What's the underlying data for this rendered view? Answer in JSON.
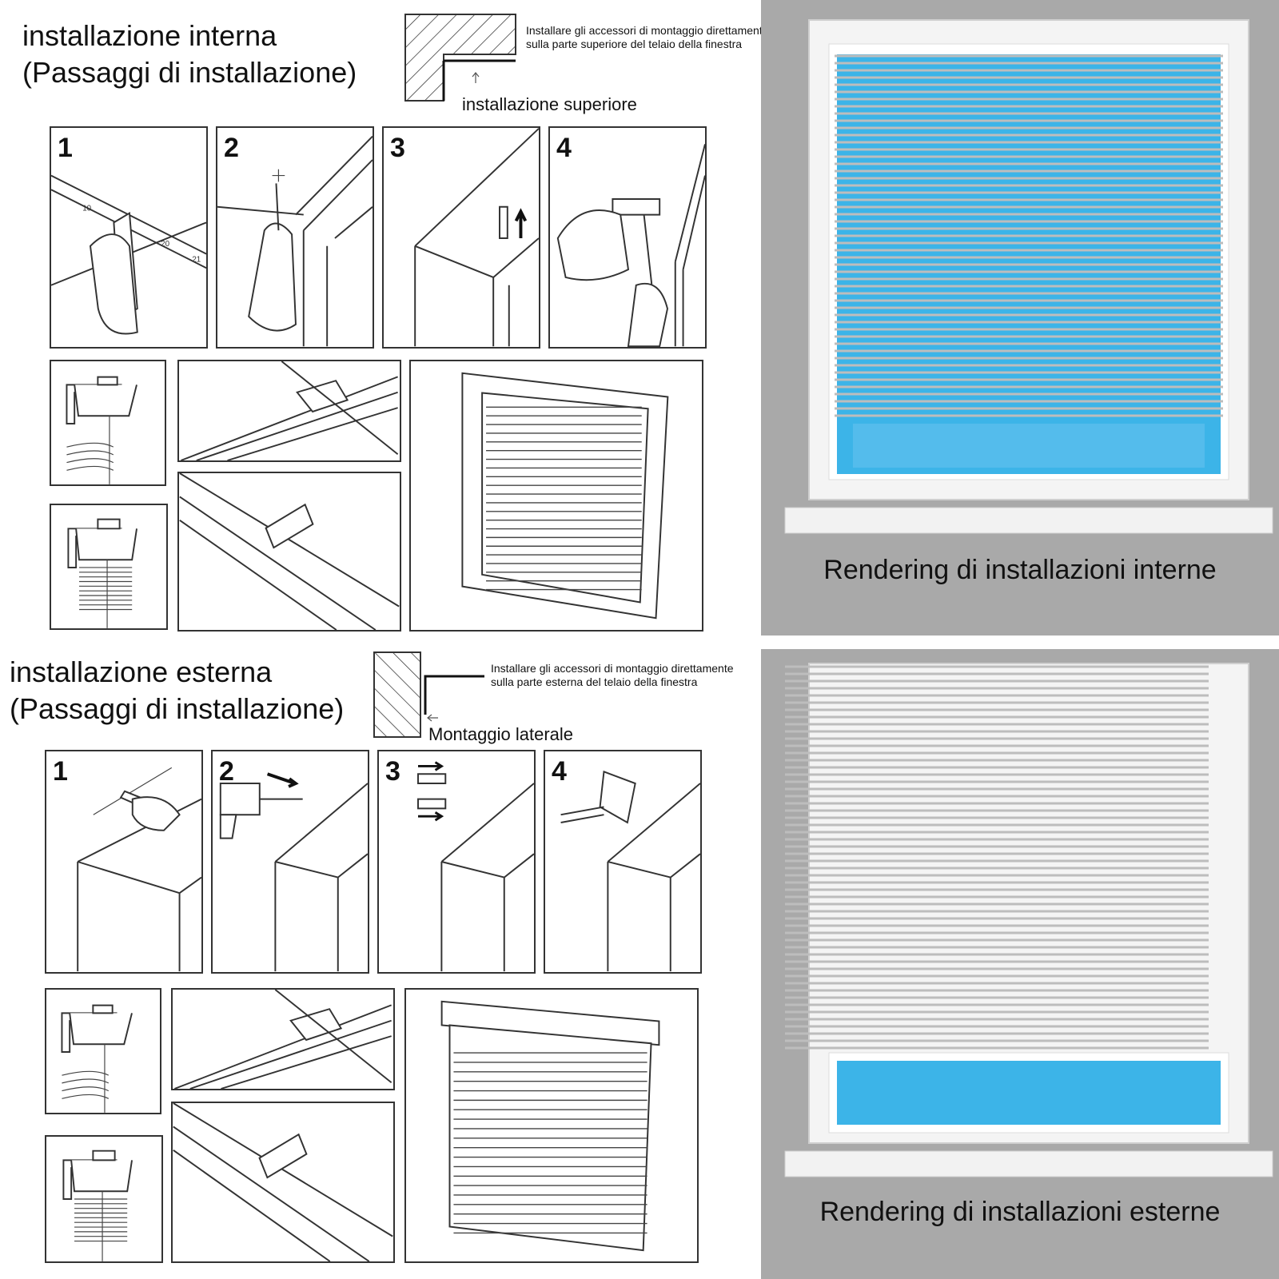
{
  "inner": {
    "heading": "installazione interna\n(Passaggi di installazione)",
    "note": "Installare gli accessori di montaggio direttamente\nsulla parte superiore del telaio della finestra",
    "mount_label": "installazione superiore",
    "steps": [
      "1",
      "2",
      "3",
      "4"
    ],
    "render_caption": "Rendering di installazioni interne"
  },
  "outer": {
    "heading": "installazione esterna\n(Passaggi di installazione)",
    "note": "Installare gli accessori di montaggio direttamente\nsulla parte esterna del telaio della finestra",
    "mount_label": "Montaggio laterale",
    "steps": [
      "1",
      "2",
      "3",
      "4"
    ],
    "render_caption": "Rendering di installazioni esterne"
  },
  "ruler_marks": [
    "10",
    "20",
    "21"
  ],
  "colors": {
    "render_bg": "#a9a9a9",
    "glass": "#3cb4e8",
    "frame": "#f4f4f4",
    "line": "#333333"
  },
  "icons": [
    "pencil-icon",
    "drill-icon",
    "anchor-icon",
    "screwdriver-icon",
    "bracket-icon",
    "blind-icon"
  ]
}
